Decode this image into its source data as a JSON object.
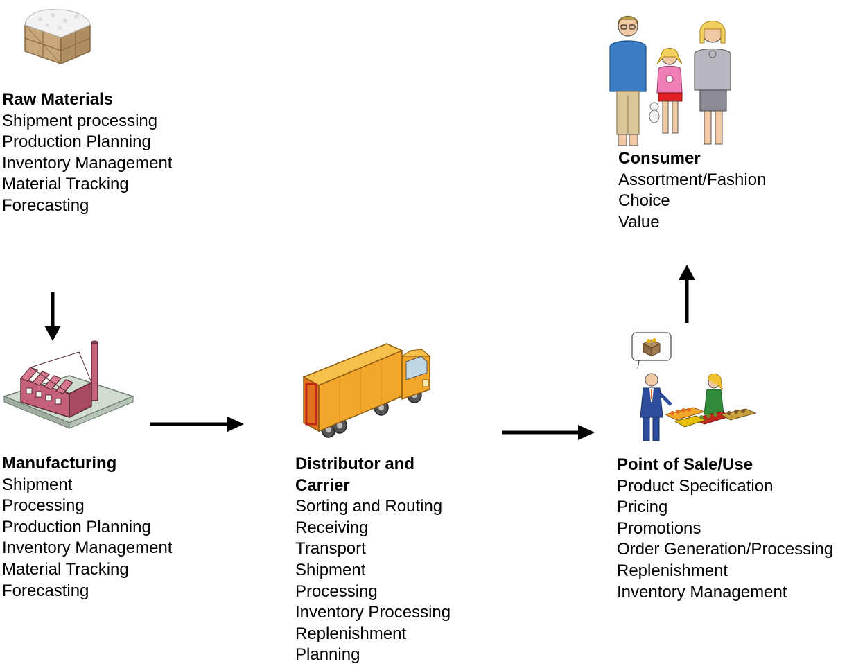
{
  "stages": {
    "raw_materials": {
      "title": "Raw Materials",
      "items": [
        "Shipment processing",
        "Production Planning",
        "Inventory Management",
        "Material Tracking",
        "Forecasting"
      ],
      "icon": "crate-icon"
    },
    "manufacturing": {
      "title": "Manufacturing",
      "items": [
        "Shipment",
        "Processing",
        "Production Planning",
        "Inventory Management",
        "Material Tracking",
        "Forecasting"
      ],
      "icon": "factory-icon"
    },
    "distributor": {
      "title_line1": "Distributor and",
      "title_line2": "Carrier",
      "items": [
        "Sorting and Routing",
        "Receiving",
        "Transport",
        "Shipment",
        "Processing",
        "Inventory Processing",
        "Replenishment",
        "Planning"
      ],
      "icon": "truck-icon"
    },
    "point_of_sale": {
      "title": "Point of Sale/Use",
      "items": [
        "Product Specification",
        "Pricing",
        "Promotions",
        "Order Generation/Processing",
        "Replenishment",
        "Inventory Management"
      ],
      "icon": "market-stall-icon"
    },
    "consumer": {
      "title": "Consumer",
      "items": [
        "Assortment/Fashion",
        "Choice",
        "Value"
      ],
      "icon": "family-icon"
    }
  },
  "colors": {
    "truck_body": "#f3a72a",
    "factory_walls": "#c4607a",
    "ground": "#cfdccf",
    "crate": "#c8a87a"
  }
}
